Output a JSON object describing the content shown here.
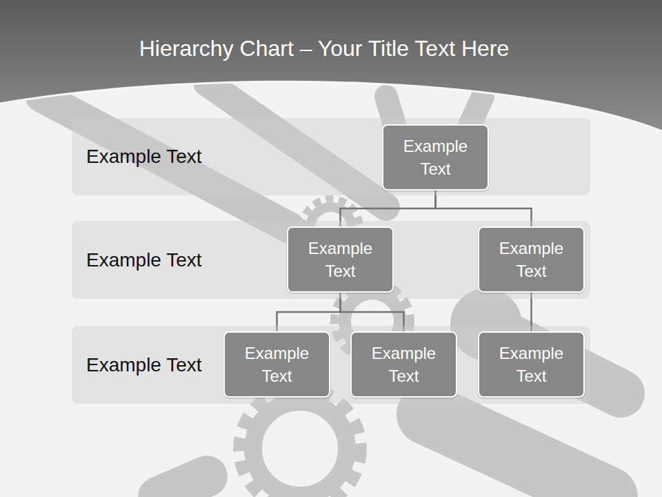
{
  "diagram": {
    "title": "Hierarchy Chart – Your Title Text Here",
    "nodes": [
      {
        "text": [
          "Example Text"
        ]
      },
      {
        "text": [
          "Example Text"
        ],
        "in": 0
      },
      {
        "text": [
          "Example Text"
        ]
      },
      {
        "text": [
          "Example Text"
        ],
        "in": 2
      },
      {
        "text": [
          "Example Text"
        ],
        "in": 2
      },
      {
        "text": [
          "Example Text"
        ]
      },
      {
        "text": [
          "Example Text"
        ],
        "in": 5
      },
      {
        "text": [
          "Example Text"
        ],
        "in": 5
      },
      {
        "text": [
          "Example Text"
        ],
        "in": 5
      }
    ],
    "edges": [
      {
        "from": 1,
        "to": 3,
        "arrow": "none"
      },
      {
        "from": 1,
        "to": 4,
        "arrow": "none"
      },
      {
        "from": 3,
        "to": 6,
        "arrow": "none"
      },
      {
        "from": 3,
        "to": 7,
        "arrow": "none"
      },
      {
        "from": 4,
        "to": 8,
        "arrow": "none"
      }
    ]
  }
}
